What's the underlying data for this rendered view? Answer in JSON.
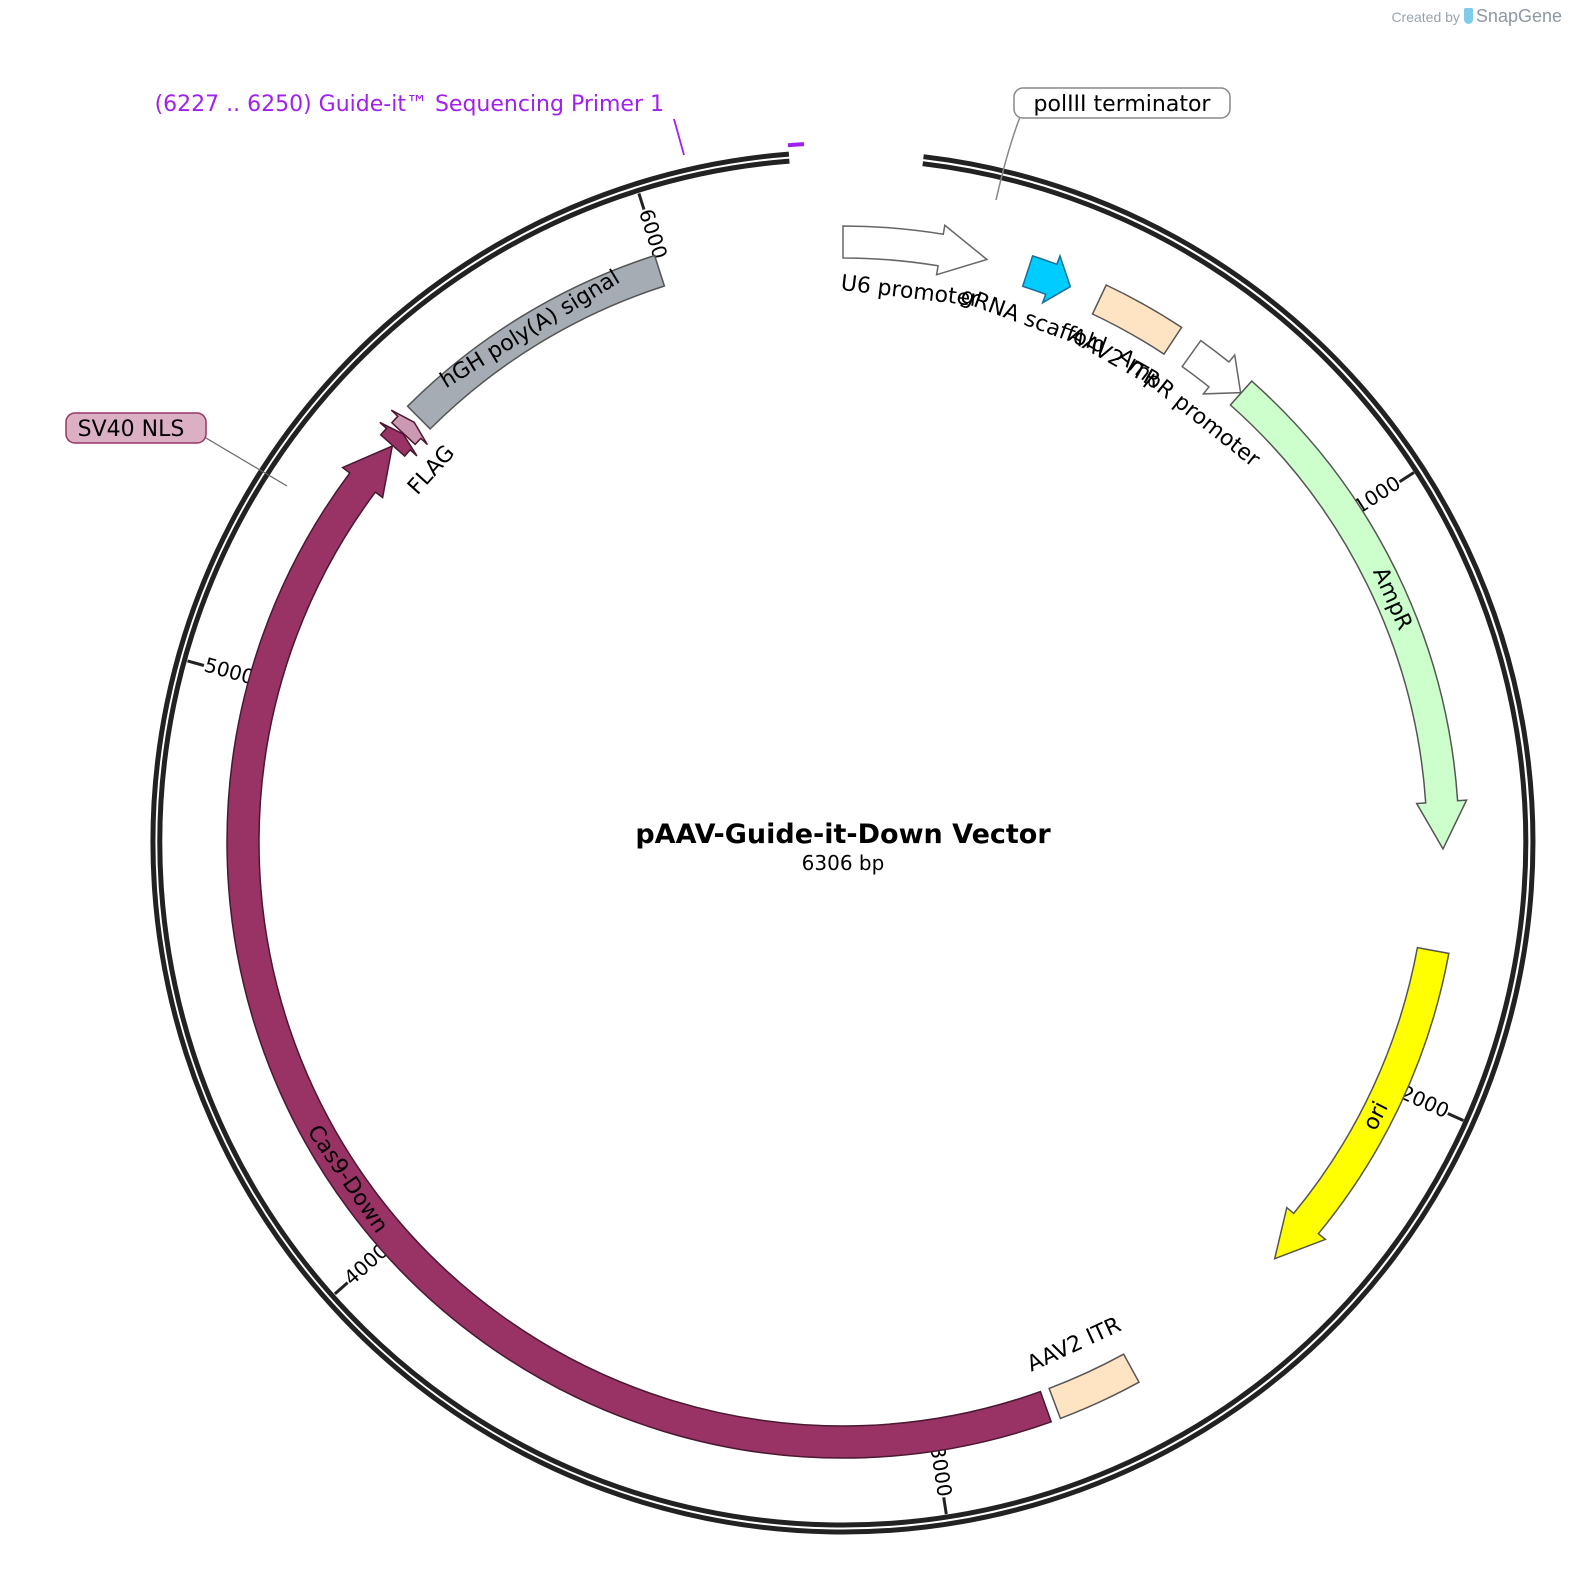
{
  "credit": {
    "prefix": "Created by",
    "brand": "SnapGene"
  },
  "plasmid": {
    "name": "pAAV-Guide-it-Down Vector",
    "length_label": "6306 bp",
    "length": 6306
  },
  "ticks": [
    {
      "label": "1000",
      "pos": 1000
    },
    {
      "label": "2000",
      "pos": 2000
    },
    {
      "label": "3000",
      "pos": 3000
    },
    {
      "label": "4000",
      "pos": 4000
    },
    {
      "label": "5000",
      "pos": 5000
    },
    {
      "label": "6000",
      "pos": 6000
    }
  ],
  "features": [
    {
      "id": "u6-promoter",
      "label": "U6 promoter",
      "start": 6306,
      "end": 243,
      "strand": 1,
      "fill": "#ffffff",
      "stroke": "#666666"
    },
    {
      "id": "grna-scaffold",
      "label": "gRNA scaffold",
      "start": 314,
      "end": 390,
      "strand": 1,
      "fill": "#00ccff",
      "stroke": "#1a6f99"
    },
    {
      "id": "aav2-itr-1",
      "label": "AAV2 ITR",
      "start": 443,
      "end": 584,
      "strand": 0,
      "fill": "#ffe4c4",
      "stroke": "#555555"
    },
    {
      "id": "ampr-promoter",
      "label": "AmpR promoter",
      "start": 622,
      "end": 727,
      "strand": 1,
      "fill": "#ffffff",
      "stroke": "#666666"
    },
    {
      "id": "ampr",
      "label": "AmpR",
      "start": 728,
      "end": 1588,
      "strand": 1,
      "fill": "#ccffcc",
      "stroke": "#555555"
    },
    {
      "id": "ori",
      "label": "ori",
      "start": 1759,
      "end": 2347,
      "strand": 1,
      "fill": "#ffff00",
      "stroke": "#555555"
    },
    {
      "id": "aav2-itr-2",
      "label": "AAV2 ITR",
      "start": 2650,
      "end": 2791,
      "strand": 0,
      "fill": "#ffe4c4",
      "stroke": "#555555"
    },
    {
      "id": "cas9-down",
      "label": "Cas9-Down",
      "start": 2807,
      "end": 5453,
      "strand": 1,
      "fill": "#993366",
      "stroke": "#4a1830"
    },
    {
      "id": "flag",
      "label": "FLAG",
      "start": 5454,
      "end": 5480,
      "strand": 1,
      "fill": "#993366",
      "stroke": "#4a1830"
    },
    {
      "id": "sv40-nls",
      "label": "SV40 NLS",
      "start": 5481,
      "end": 5507,
      "strand": 1,
      "fill": "#cc99b2",
      "stroke": "#4a1830"
    },
    {
      "id": "hgh-polya",
      "label": "hGH poly(A) signal",
      "start": 5518,
      "end": 5994,
      "strand": 0,
      "fill": "#a6acb3",
      "stroke": "#555555"
    }
  ],
  "callouts": {
    "poliii": {
      "label": "polIII terminator",
      "pos": 394,
      "fill": "#ffffff",
      "stroke": "#888888"
    },
    "sv40": {
      "label": "SV40 NLS",
      "fill": "#dbb0c5",
      "stroke": "#993366"
    }
  },
  "primer": {
    "label": "(6227 .. 6250)  Guide-it™ Sequencing Primer 1",
    "start": 6227,
    "end": 6250,
    "color": "#a020f0"
  }
}
